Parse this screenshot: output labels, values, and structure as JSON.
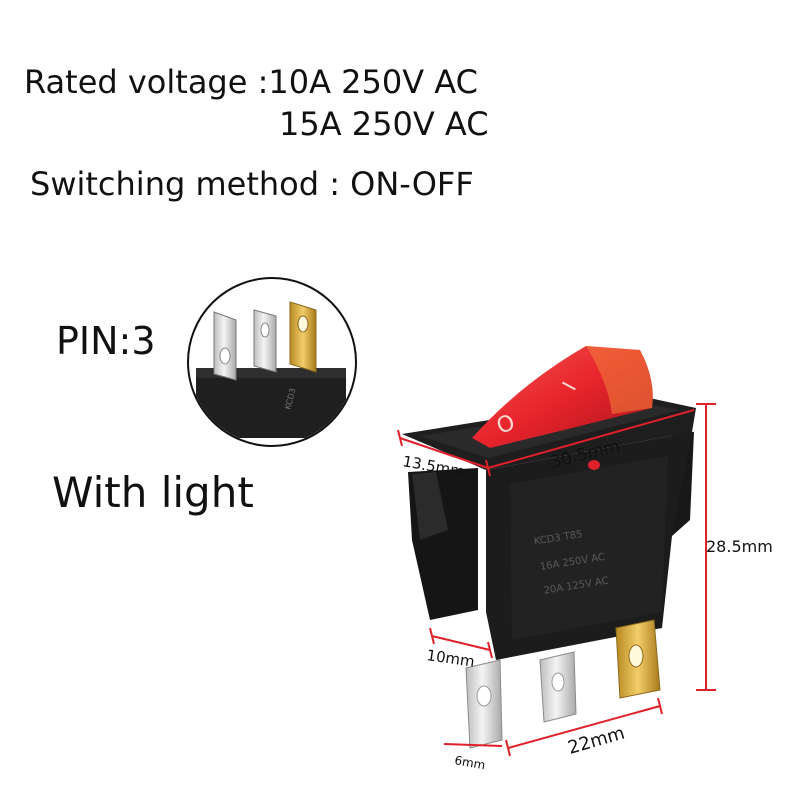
{
  "specs": {
    "rated_voltage_line1": "Rated voltage :10A 250V AC",
    "rated_voltage_line2": "15A 250V AC",
    "switching_method": "Switching method : ON-OFF",
    "pin": "PIN:3",
    "with_light": "With light"
  },
  "pin_inset_marking": "KCD3",
  "switch": {
    "housing_marking_line1": "KCD3  T85",
    "housing_marking_line2": "16A 250V AC",
    "housing_marking_line3": "20A 125V AC",
    "rocker_on_symbol": "I",
    "rocker_off_symbol": "O"
  },
  "dimensions": {
    "depth": "13.5mm",
    "length": "30.5mm",
    "height": "28.5mm",
    "width": "10mm",
    "span": "22mm",
    "pin_width": "6mm"
  },
  "colors": {
    "dimension_line": "#e0202a",
    "rocker": "#e8242c",
    "housing": "#1c1c1c",
    "gold_pin": "#d9a93a",
    "silver_pin": "#d8d8d8"
  }
}
